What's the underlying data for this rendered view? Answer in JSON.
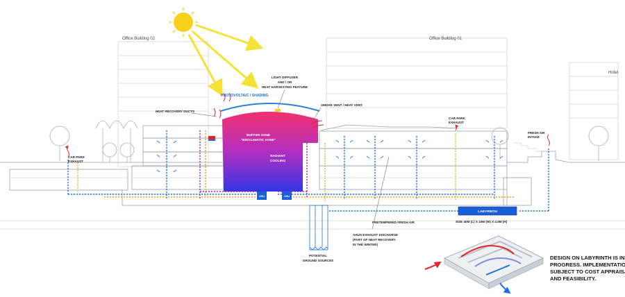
{
  "labels": {
    "office_building_02": "Office Building 02",
    "office_building_01": "Office Building 01",
    "hotel": "Hotel",
    "photovoltaic": "PHOTOVOLTAIC / SHADING",
    "light_diffuser": [
      "LIGHT DIFFUSER",
      "AND / OR",
      "HEAT HARVESTING FEATURE"
    ],
    "heat_recovery_ducts": "HEAT RECOVERY DUCTS",
    "smoke_vent": "SMOKE VENT / HEAT VENT",
    "buffer_zone": [
      "BUFFER ZONE",
      "\"BIOCLIMATIC ZONE\""
    ],
    "radiant_cooling": [
      "RADIANT",
      "COOLING"
    ],
    "car_park_exhaust_left": [
      "CAR PARK",
      "EXHAUST"
    ],
    "car_park_exhaust_right": [
      "CAR PARK",
      "EXHAUST"
    ],
    "fresh_air_intake": [
      "FRESH AIR",
      "INTAKE"
    ],
    "ahu_1": "AHU",
    "ahu_2": "AHU",
    "labyrinth": "LABYRINTH",
    "pretempered_fresh_air": "PRETEMPERED FRESH AIR",
    "labyrinth_size": "SIZE 40M (L) X 15M (W) X 4.5M (H)",
    "potential_ground_sources": [
      "POTENTIAL",
      "GROUND SOURCES"
    ],
    "ahus_exhaust": [
      "AHUS EXHAUST DISCHARGE",
      "(PART OF HEAT RECOVERY",
      "IN THE WINTER)"
    ],
    "labyrinth_note": [
      "DESIGN ON LABYRINTH IS IN",
      "PROGRESS. IMPLEMENTATION",
      "SUBJECT TO COST APPRAISAL",
      "AND FEASIBILITY."
    ]
  },
  "colors": {
    "sun": "#f6d21a",
    "sun_ray": "#f4e237",
    "duct_blue": "#1f6fe0",
    "duct_orange": "#f0a020",
    "duct_purple": "#9a2bc0",
    "duct_red": "#e0262a",
    "zone_top": "#f0307a",
    "zone_bottom": "#3a36e0",
    "labyrinth_box": "#1a5fd6"
  }
}
